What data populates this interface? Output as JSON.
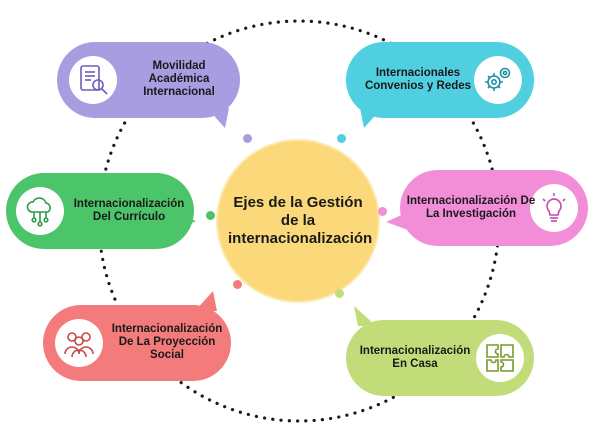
{
  "center": {
    "title": "Ejes de la Gestión de la internacionalización"
  },
  "nodes": {
    "movilidad": {
      "label": "Movilidad Académica Internacional",
      "color": "#a89de0",
      "icon": "document-search-icon"
    },
    "convenios": {
      "label": "Internacionales Convenios y Redes",
      "color": "#4fcfe0",
      "icon": "gears-icon"
    },
    "curriculo": {
      "label": "Internacionalización Del Currículo",
      "color": "#4cc46a",
      "icon": "cloud-network-icon"
    },
    "investigacion": {
      "label": "Internacionalización De La Investigación",
      "color": "#f28ed8",
      "icon": "lightbulb-icon"
    },
    "proyeccion": {
      "label": "Internacionalización De La Proyección Social",
      "color": "#f37b7b",
      "icon": "people-icon"
    },
    "casa": {
      "label": "Internacionalización En Casa",
      "color": "#c3dc7a",
      "icon": "puzzle-icon"
    }
  },
  "dot_colors": [
    "#a89de0",
    "#4fcfe0",
    "#4cc46a",
    "#f28ed8",
    "#f37b7b",
    "#c3dc7a"
  ]
}
